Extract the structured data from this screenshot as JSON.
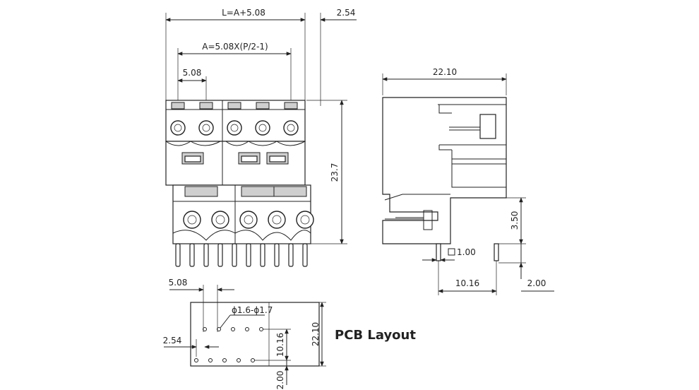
{
  "front_view": {
    "total_length": "L=A+5.08",
    "pitch_span": "A=5.08X(P/2-1)",
    "pitch": "5.08",
    "offset": "2.54",
    "height": "23.7"
  },
  "side_view": {
    "width": "22.10",
    "pin_height": "3.50",
    "pin_size": "1.00",
    "row_spacing": "10.16",
    "pin_offset": "2.00"
  },
  "pcb_layout": {
    "title": "PCB Layout",
    "pitch": "5.08",
    "hole_dia": "ϕ1.6-ϕ1.7",
    "offset": "2.54",
    "row_spacing": "10.16",
    "width": "22.10",
    "bottom_offset": "2.00"
  }
}
